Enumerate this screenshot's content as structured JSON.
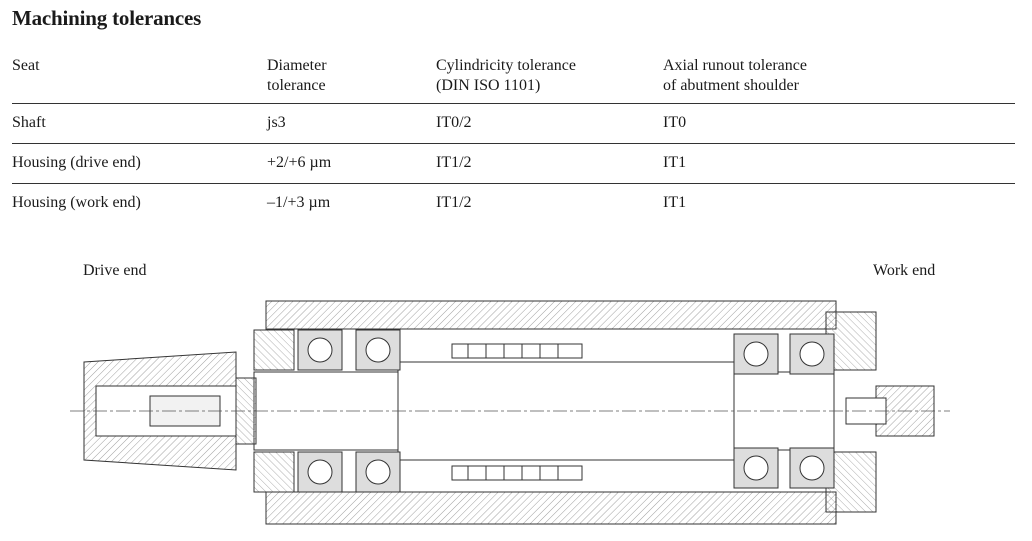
{
  "title": "Machining tolerances",
  "table": {
    "headers": [
      [
        "Seat",
        ""
      ],
      [
        "Diameter",
        "tolerance"
      ],
      [
        "Cylindricity tolerance",
        "(DIN ISO 1101)"
      ],
      [
        "Axial runout tolerance",
        "of abutment shoulder"
      ]
    ],
    "rows": [
      [
        "Shaft",
        "js3",
        "IT0/2",
        "IT0"
      ],
      [
        "Housing (drive end)",
        "+2/+6 µm",
        "IT1/2",
        "IT1"
      ],
      [
        "Housing (work end)",
        "–1/+3 µm",
        "IT1/2",
        "IT1"
      ]
    ]
  },
  "drawing": {
    "left_label": "Drive end",
    "right_label": "Work end"
  }
}
